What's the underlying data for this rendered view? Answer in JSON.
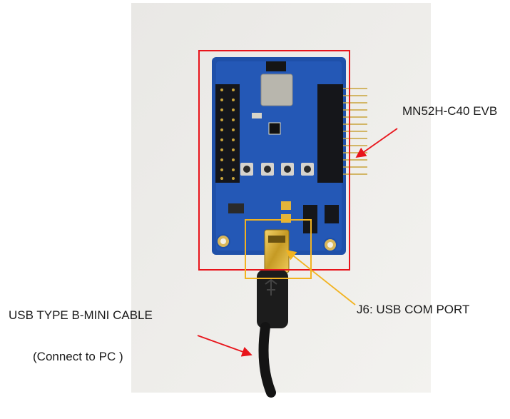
{
  "annotations": {
    "evb_label": "MN52H-C40 EVB",
    "usb_port_label": "J6: USB COM PORT",
    "cable_label": "USB TYPE B-MINI CABLE",
    "cable_sublabel": "(Connect to PC )"
  },
  "colors": {
    "evb_box": "#e8141b",
    "evb_arrow": "#e8141b",
    "port_box": "#f2b320",
    "port_arrow": "#f2b320",
    "cable_arrow": "#e8141b",
    "pcb": "#1e4fa8",
    "background_photo": "#ecebe8"
  }
}
